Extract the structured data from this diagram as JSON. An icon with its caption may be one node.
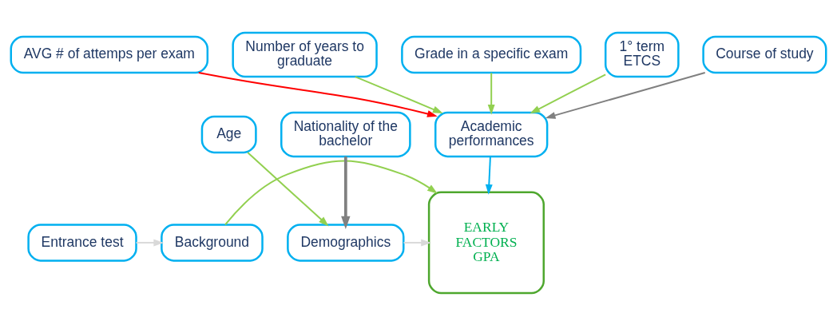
{
  "diagram": {
    "nodes": [
      {
        "text": [
          "AVG # of attemps per exam"
        ]
      },
      {
        "text": [
          "Number of years to graduate"
        ]
      },
      {
        "text": [
          "Grade in a specific exam"
        ]
      },
      {
        "text": [
          "1° term ETCS"
        ]
      },
      {
        "text": [
          "Academic performances"
        ]
      },
      {
        "text": [
          "Course of study"
        ]
      },
      {
        "text": [
          "Age"
        ]
      },
      {
        "text": [
          "Entrance test"
        ]
      },
      {
        "text": [
          "Background"
        ]
      },
      {
        "text": [
          "EARLY FACTORS GPA"
        ]
      },
      {
        "text": [
          "Demographics"
        ]
      },
      {
        "text": [
          "Nationality of the bachelor"
        ]
      }
    ],
    "edges": [
      {
        "from": 0,
        "to": 4,
        "arrow": "to",
        "color": "#ff0000"
      },
      {
        "from": 1,
        "to": 4,
        "arrow": "to"
      },
      {
        "from": 3,
        "to": 4,
        "arrow": "to"
      },
      {
        "from": 2,
        "to": 4,
        "arrow": "to"
      },
      {
        "from": 5,
        "to": 4,
        "arrow": "to",
        "color": "#808080"
      },
      {
        "from": 4,
        "to": 9,
        "arrow": "to",
        "color": "#00b0f0"
      },
      {
        "from": 7,
        "to": 8,
        "arrow": "to",
        "color": "#d9d9d9"
      },
      {
        "from": 8,
        "to": 9,
        "arrow": "to"
      },
      {
        "from": 10,
        "to": 9,
        "arrow": "to",
        "color": "#d9d9d9"
      },
      {
        "from": 6,
        "to": 10,
        "arrow": "to"
      },
      {
        "from": 11,
        "to": 10,
        "arrow": "to",
        "color": "#808080",
        "style": "thick"
      }
    ]
  }
}
